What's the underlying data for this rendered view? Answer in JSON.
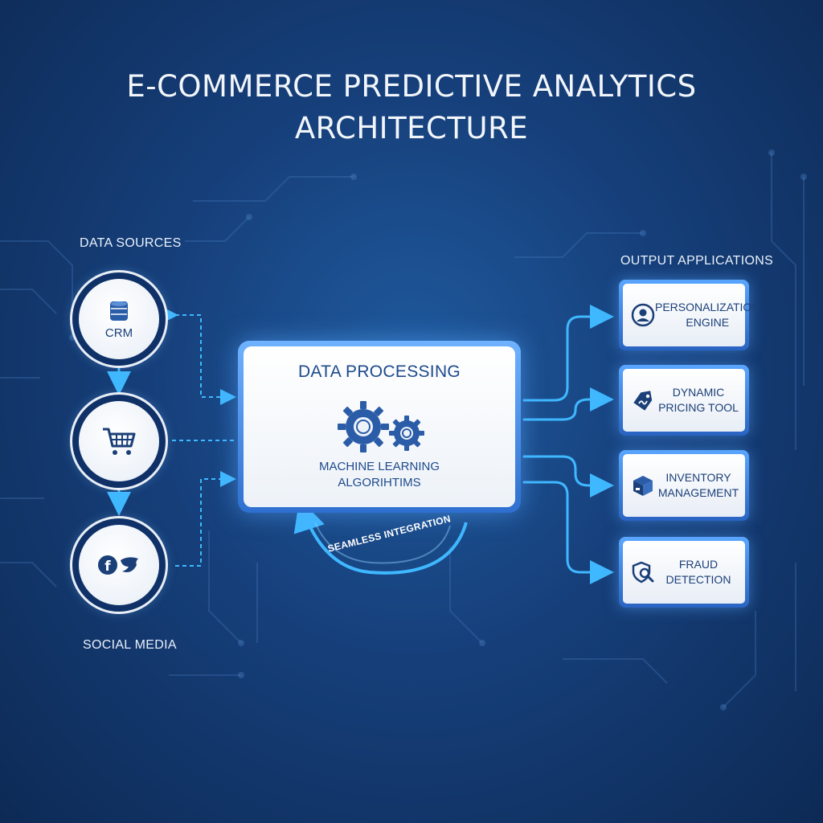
{
  "title": {
    "line1": "E-COMMERCE PREDICTIVE ANALYTICS",
    "line2": "ARCHITECTURE"
  },
  "data_sources": {
    "heading": "DATA SOURCES",
    "nodes": [
      {
        "label": "CRM",
        "icon": "database-icon"
      },
      {
        "label": "",
        "icon": "shopping-cart-icon"
      },
      {
        "label": "",
        "icon": "social-media-icon"
      }
    ],
    "footer_label": "SOCIAL MEDIA"
  },
  "processing": {
    "title": "DATA PROCESSING",
    "subtitle_line1": "MACHINE LEARNING",
    "subtitle_line2": "ALGORIHTIMS",
    "icon": "gears-icon"
  },
  "integration_label": "SEAMLESS INTEGRATION",
  "outputs": {
    "heading": "OUTPUT APPLICATIONS",
    "items": [
      {
        "line1": "PERSONALIZATION",
        "line2": "ENGINE",
        "icon": "user-icon"
      },
      {
        "line1": "DYNAMIC",
        "line2": "PRICING TOOL",
        "icon": "price-tag-icon"
      },
      {
        "line1": "INVENTORY",
        "line2": "MANAGEMENT",
        "icon": "box-icon"
      },
      {
        "line1": "FRAUD",
        "line2": "DETECTION",
        "icon": "shield-search-icon"
      }
    ]
  },
  "colors": {
    "background": "#163f7a",
    "accent": "#3fb8ff",
    "node_text": "#1b3f78"
  }
}
